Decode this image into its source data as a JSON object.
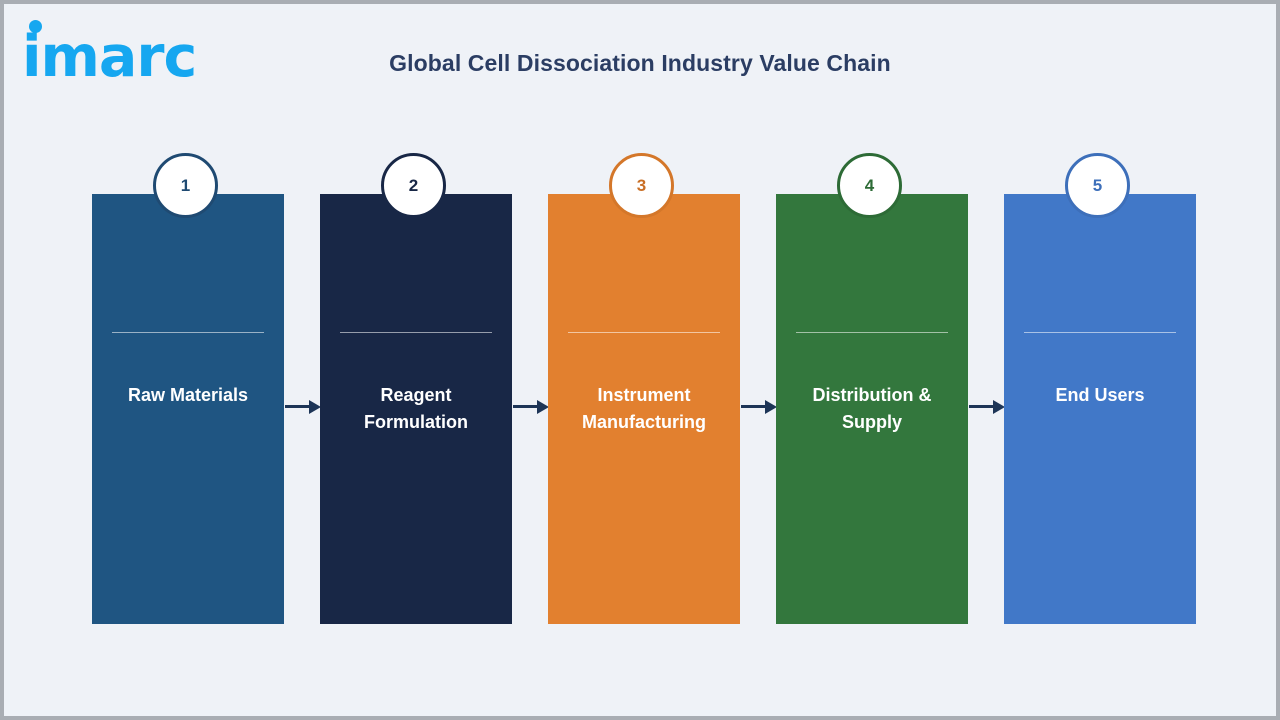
{
  "brand": {
    "logo_text": "imarc",
    "logo_color": "#16a7f0",
    "dot_icon": "logo-dot-icon"
  },
  "header": {
    "title": "Global Cell Dissociation Industry Value Chain",
    "title_color": "#2b3d63"
  },
  "canvas": {
    "background_color": "#eff2f7",
    "border_color": "#a9adb3"
  },
  "chart_data": {
    "type": "diagram",
    "title": "Global Cell Dissociation Industry Value Chain",
    "layout": "horizontal-flow",
    "stage_count": 5,
    "stages": [
      {
        "number": "1",
        "label": "Raw Materials",
        "color": "#1f5582",
        "badge_border_color": "#1f4a72",
        "badge_text_color": "#1f4a72"
      },
      {
        "number": "2",
        "label": "Reagent\nFormulation",
        "color": "#182746",
        "badge_border_color": "#182746",
        "badge_text_color": "#182746"
      },
      {
        "number": "3",
        "label": "Instrument\nManufacturing",
        "color": "#e2802f",
        "badge_border_color": "#d4772a",
        "badge_text_color": "#c96f26"
      },
      {
        "number": "4",
        "label": "Distribution &\nSupply",
        "color": "#33773d",
        "badge_border_color": "#2d6b36",
        "badge_text_color": "#2d6b36"
      },
      {
        "number": "5",
        "label": "End Users",
        "color": "#4178c8",
        "badge_border_color": "#3d6fba",
        "badge_text_color": "#3d6fba"
      }
    ],
    "connectors": {
      "count": 4,
      "icon": "arrow-right-icon",
      "color": "#1d3557",
      "direction": "left-to-right"
    }
  }
}
